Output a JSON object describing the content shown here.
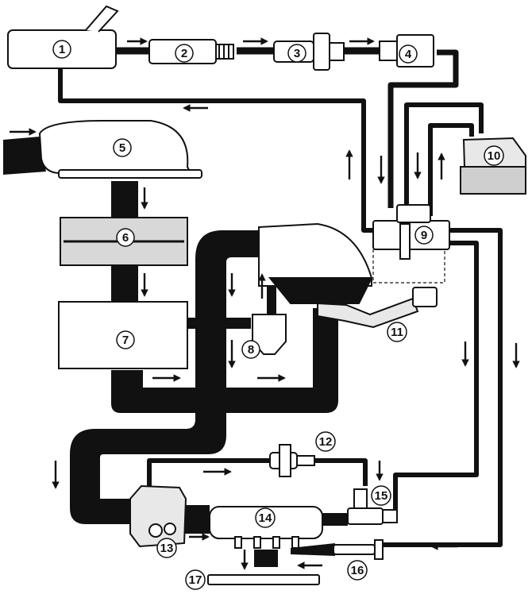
{
  "labels": {
    "1": "1",
    "2": "2",
    "3": "3",
    "4": "4",
    "5": "5",
    "6": "6",
    "7": "7",
    "8": "8",
    "9": "9",
    "10": "10",
    "11": "11",
    "12": "12",
    "13": "13",
    "14": "14",
    "15": "15",
    "16": "16",
    "17": "17"
  },
  "colors": {
    "ink": "#111111",
    "paper": "#ffffff",
    "part_fill": "#f2f2f2",
    "shade": "#8a8a8a"
  }
}
